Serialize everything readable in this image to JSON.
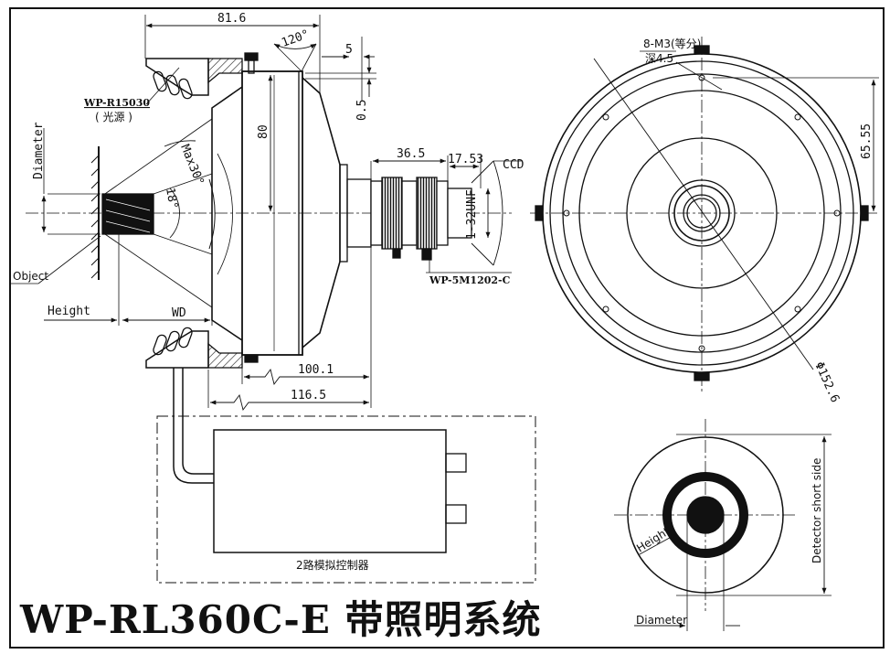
{
  "title": "WP-RL360C-E 带照明系统",
  "side_view": {
    "dim_total_width": "81.6",
    "dim_angle": "120°",
    "dim_offset_5": "5",
    "dim_offset_05": "0.5",
    "dim_height_80": "80",
    "dim_max30": "Max30°",
    "dim_18": "18°",
    "dim_1001": "100.1",
    "dim_1165": "116.5",
    "light_source_model": "WP-R15030",
    "light_source_cn": "( 光源 )",
    "label_diameter": "Diameter",
    "label_object": "Object",
    "label_height": "Height",
    "label_wd": "WD"
  },
  "lens": {
    "dim_365": "36.5",
    "dim_1753": "17.53",
    "label_ccd": "CCD",
    "thread": "1-32UNF",
    "model": "WP-5M1202-C"
  },
  "front_view": {
    "holes": "8-M3(等分)",
    "depth": "深4.5",
    "dim_6555": "65.55",
    "diameter": "Φ152.6"
  },
  "controller": {
    "label": "2路模拟控制器"
  },
  "image_view": {
    "label_height": "Height",
    "label_diameter": "Diameter",
    "label_detector": "Detector short side"
  }
}
